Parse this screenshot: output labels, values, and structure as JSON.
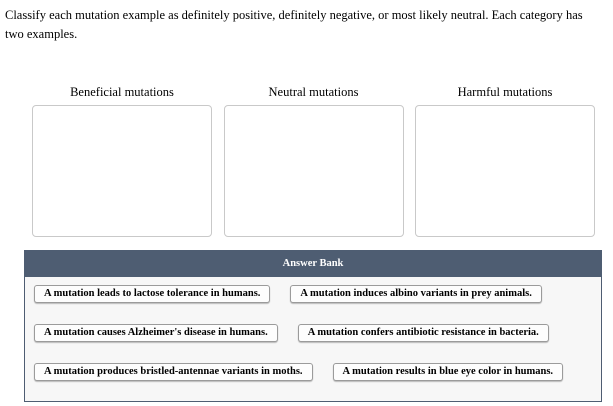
{
  "instructions": "Classify each mutation example as definitely positive, definitely negative, or most likely neutral. Each category has two examples.",
  "categories": [
    {
      "label": "Beneficial mutations"
    },
    {
      "label": "Neutral mutations"
    },
    {
      "label": "Harmful mutations"
    }
  ],
  "answer_bank": {
    "title": "Answer Bank",
    "items": [
      "A mutation leads to lactose tolerance in humans.",
      "A mutation induces albino variants in prey animals.",
      "A mutation causes Alzheimer's disease in humans.",
      "A mutation confers antibiotic resistance in bacteria.",
      "A mutation produces bristled-antennae variants in moths.",
      "A mutation results in blue eye color in humans."
    ]
  },
  "colors": {
    "bank_header_bg": "#4e5d72",
    "bank_border": "#4e5d72",
    "bank_body_bg": "#f7f7f7",
    "item_border": "#9b9b9b",
    "dropzone_border": "#c9c9c9"
  }
}
